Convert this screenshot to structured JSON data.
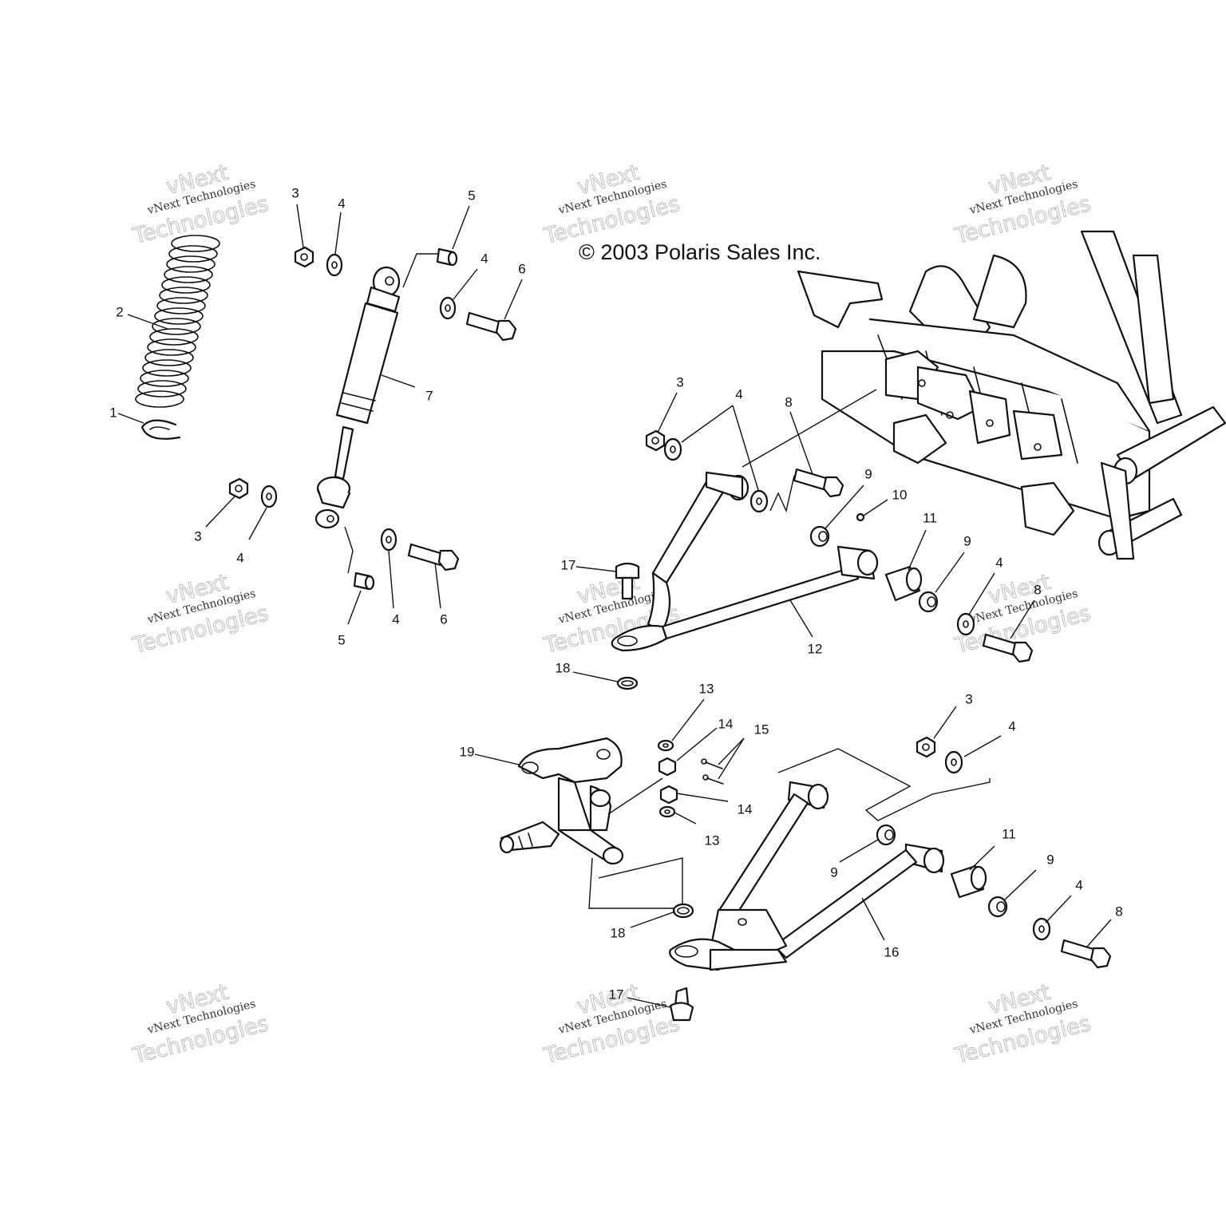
{
  "copyright": "© 2003 Polaris Sales Inc.",
  "watermark": {
    "line_small": "vNext Technologies",
    "line_large_top": "vNext",
    "line_large_bottom": "Technologies"
  },
  "callouts": [
    {
      "id": "c1",
      "label": "1"
    },
    {
      "id": "c2",
      "label": "2"
    },
    {
      "id": "c3a",
      "label": "3"
    },
    {
      "id": "c4a",
      "label": "4"
    },
    {
      "id": "c5a",
      "label": "5"
    },
    {
      "id": "c4b",
      "label": "4"
    },
    {
      "id": "c6a",
      "label": "6"
    },
    {
      "id": "c7",
      "label": "7"
    },
    {
      "id": "c3b",
      "label": "3"
    },
    {
      "id": "c4c",
      "label": "4"
    },
    {
      "id": "c5b",
      "label": "5"
    },
    {
      "id": "c4d",
      "label": "4"
    },
    {
      "id": "c6b",
      "label": "6"
    },
    {
      "id": "c3c",
      "label": "3"
    },
    {
      "id": "c4e",
      "label": "4"
    },
    {
      "id": "c8a",
      "label": "8"
    },
    {
      "id": "c9a",
      "label": "9"
    },
    {
      "id": "c10",
      "label": "10"
    },
    {
      "id": "c11a",
      "label": "11"
    },
    {
      "id": "c9b",
      "label": "9"
    },
    {
      "id": "c4f",
      "label": "4"
    },
    {
      "id": "c8b",
      "label": "8"
    },
    {
      "id": "c12",
      "label": "12"
    },
    {
      "id": "c17a",
      "label": "17"
    },
    {
      "id": "c18a",
      "label": "18"
    },
    {
      "id": "c13a",
      "label": "13"
    },
    {
      "id": "c14a",
      "label": "14"
    },
    {
      "id": "c15",
      "label": "15"
    },
    {
      "id": "c19",
      "label": "19"
    },
    {
      "id": "c14b",
      "label": "14"
    },
    {
      "id": "c13b",
      "label": "13"
    },
    {
      "id": "c3d",
      "label": "3"
    },
    {
      "id": "c4g",
      "label": "4"
    },
    {
      "id": "c9c",
      "label": "9"
    },
    {
      "id": "c11b",
      "label": "11"
    },
    {
      "id": "c9d",
      "label": "9"
    },
    {
      "id": "c4h",
      "label": "4"
    },
    {
      "id": "c8c",
      "label": "8"
    },
    {
      "id": "c18b",
      "label": "18"
    },
    {
      "id": "c16",
      "label": "16"
    },
    {
      "id": "c17b",
      "label": "17"
    }
  ]
}
